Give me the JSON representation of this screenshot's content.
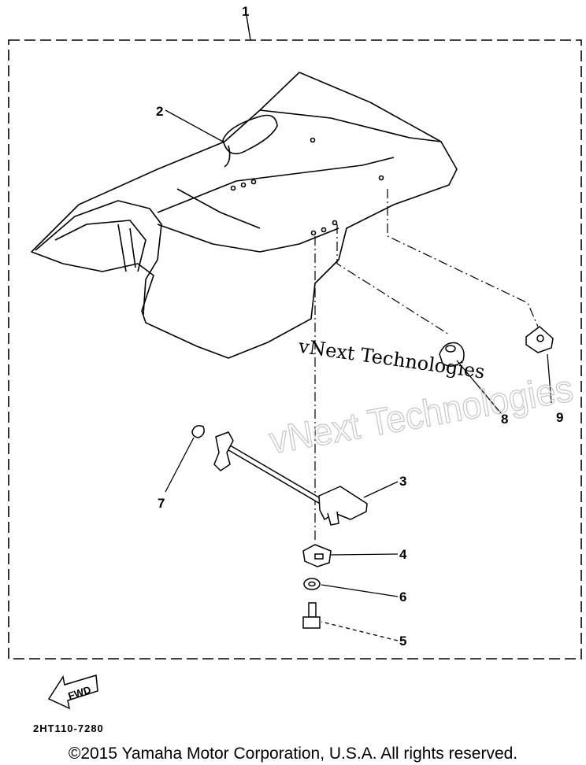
{
  "diagram": {
    "callouts": {
      "c1": "1",
      "c2": "2",
      "c3": "3",
      "c4": "4",
      "c5": "5",
      "c6": "6",
      "c7": "7",
      "c8": "8",
      "c9": "9"
    },
    "fwd_label": "FWD",
    "watermark_line1": "vNext Technologies",
    "watermark_outline": "vNext Technologies"
  },
  "footer": {
    "part_code": "2HT110-7280",
    "copyright": "©2015 Yamaha Motor Corporation, U.S.A. All rights reserved."
  }
}
